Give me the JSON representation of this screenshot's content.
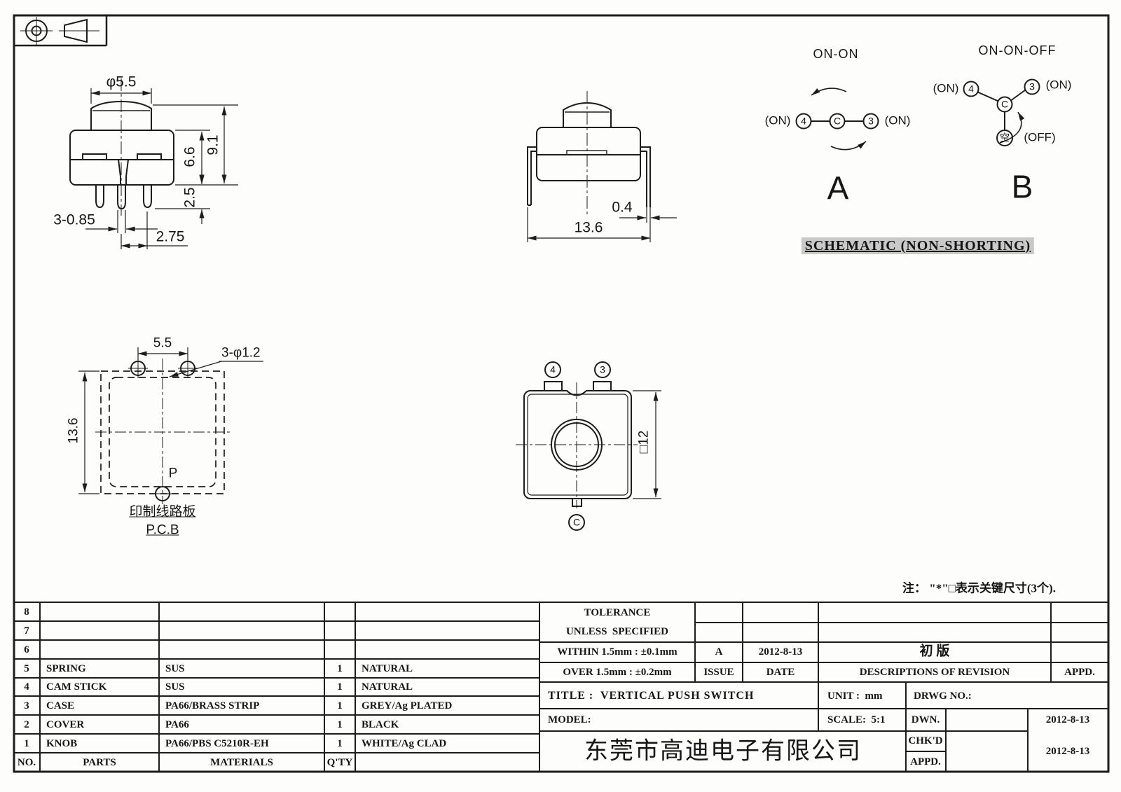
{
  "page": {
    "bg": "#fdfdfc",
    "line_color": "#1c1c1c"
  },
  "front_view": {
    "knob_diameter": "φ5.5",
    "total_height": "9.1",
    "body_height": "6.6",
    "pin_length": "2.5",
    "pin_width": "3-0.85",
    "pin_pitch": "2.75"
  },
  "side_view": {
    "leg_thickness": "0.4",
    "body_width": "13.6"
  },
  "pcb_view": {
    "hole_pitch": "5.5",
    "holes": "3-φ1.2",
    "height": "13.6",
    "p_label": "P",
    "caption_cn": "印制线路板",
    "caption_en": "P.C.B"
  },
  "top_view": {
    "terminal_4": "4",
    "terminal_3": "3",
    "terminal_c": "C",
    "dim": "□12"
  },
  "schematic": {
    "a": {
      "title": "ON-ON",
      "on_left": "(ON)",
      "p4": "4",
      "pc": "C",
      "p3": "3",
      "on_right": "(ON)",
      "label": "A"
    },
    "b": {
      "title": "ON-ON-OFF",
      "on_left": "(ON)",
      "p4": "4",
      "pc": "C",
      "p3": "3",
      "on_right": "(ON)",
      "off_pin": "空",
      "off": "(OFF)",
      "label": "B"
    },
    "caption": "SCHEMATIC (NON-SHORTING)"
  },
  "note": "注： \"*\"□表示关键尺寸(3个).",
  "parts_table": {
    "header": {
      "no": "NO.",
      "parts": "PARTS",
      "materials": "MATERIALS",
      "qty": "Q'TY"
    },
    "rows": [
      {
        "no": "8",
        "parts": "",
        "materials": "",
        "qty": "",
        "color": ""
      },
      {
        "no": "7",
        "parts": "",
        "materials": "",
        "qty": "",
        "color": ""
      },
      {
        "no": "6",
        "parts": "",
        "materials": "",
        "qty": "",
        "color": ""
      },
      {
        "no": "5",
        "parts": "SPRING",
        "materials": "SUS",
        "qty": "1",
        "color": "NATURAL"
      },
      {
        "no": "4",
        "parts": "CAM STICK",
        "materials": "SUS",
        "qty": "1",
        "color": "NATURAL"
      },
      {
        "no": "3",
        "parts": "CASE",
        "materials": "PA66/BRASS STRIP",
        "qty": "1",
        "color": "GREY/Ag PLATED"
      },
      {
        "no": "2",
        "parts": "COVER",
        "materials": "PA66",
        "qty": "1",
        "color": "BLACK"
      },
      {
        "no": "1",
        "parts": "KNOB",
        "materials": "PA66/PBS C5210R-EH",
        "qty": "1",
        "color": "WHITE/Ag CLAD"
      }
    ]
  },
  "title_block": {
    "tolerance_1": "TOLERANCE",
    "tolerance_2": "UNLESS  SPECIFIED",
    "within": "WITHIN 1.5mm : ±0.1mm",
    "over": "OVER 1.5mm : ±0.2mm",
    "issue_value": "A",
    "issue_label": "ISSUE",
    "date_value": "2012-8-13",
    "date_label": "DATE",
    "revision_value": "初 版",
    "revision_label": "DESCRIPTIONS OF REVISION",
    "appd_label": "APPD.",
    "title": "TITLE :  VERTICAL PUSH SWITCH",
    "unit": "UNIT :  mm",
    "drwg": "DRWG NO.:",
    "model": "MODEL:",
    "scale": "SCALE:  5:1",
    "dwn_label": "DWN.",
    "dwn_date": "2012-8-13",
    "chkd_label": "CHK'D",
    "chkd_appd_date": "2012-8-13",
    "appd2_label": "APPD.",
    "company": "东莞市高迪电子有限公司"
  }
}
